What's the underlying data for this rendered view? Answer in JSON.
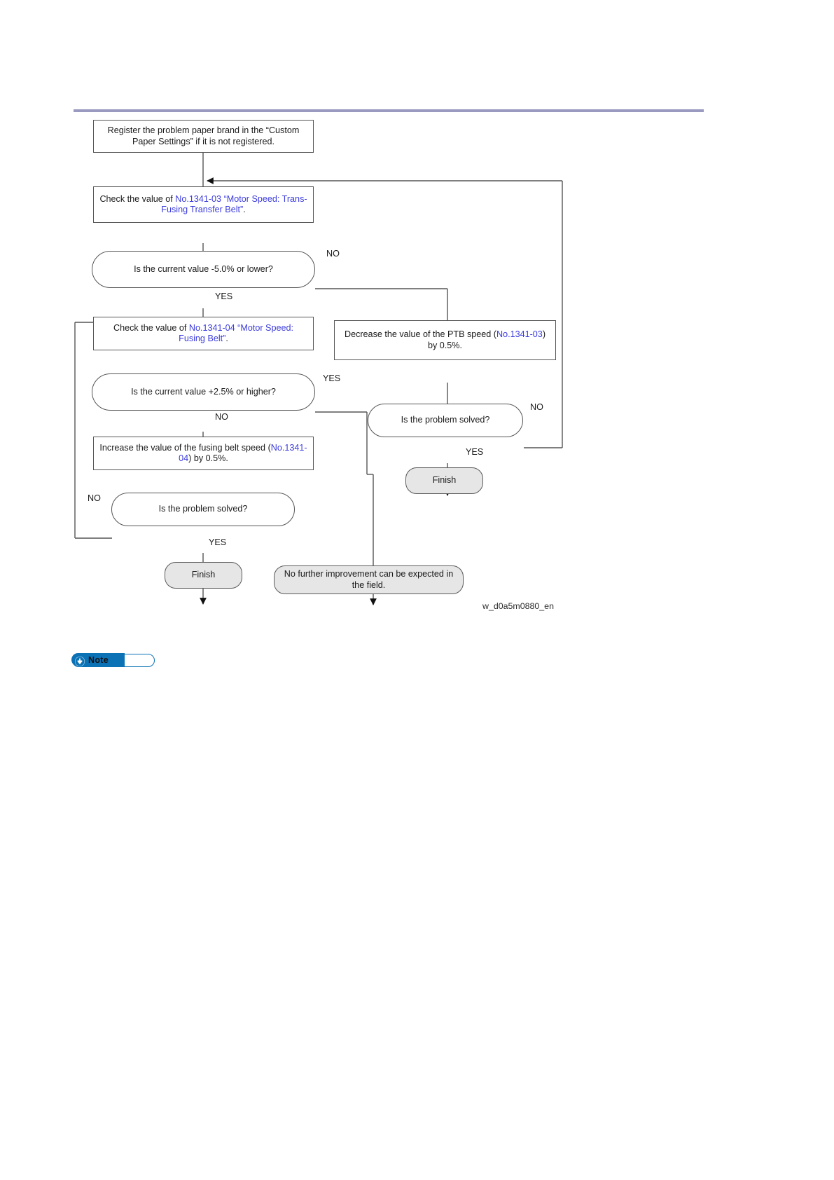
{
  "figure": {
    "code": "w_d0a5m0880_en",
    "rule_color": "#9a9ac0",
    "link_color": "#3b3bdd",
    "terminator_fill": "#e6e6e6"
  },
  "nodes": {
    "register": {
      "type": "process",
      "text": "Register the problem paper brand in the “Custom Paper Settings” if it is not registered."
    },
    "check_1341_03": {
      "type": "process",
      "text_prefix": "Check the value of ",
      "text_link": "No.1341-03 “Motor Speed: Trans-Fusing Transfer Belt”",
      "text_suffix": "."
    },
    "dec_minus5": {
      "type": "decision",
      "text": "Is the current value -5.0% or lower?"
    },
    "check_1341_04": {
      "type": "process",
      "text_prefix": "Check the value of ",
      "text_link": "No.1341-04 “Motor Speed: Fusing Belt”",
      "text_suffix": "."
    },
    "dec_plus25": {
      "type": "decision",
      "text": "Is the current value +2.5% or higher?"
    },
    "decrease_ptb": {
      "type": "process",
      "text_prefix": "Decrease the value of the PTB speed (",
      "text_link": "No.1341-03",
      "text_suffix": ") by 0.5%."
    },
    "increase_fusing": {
      "type": "process",
      "text_prefix": "Increase the value of the fusing belt speed (",
      "text_link": "No.1341-04",
      "text_suffix": ") by 0.5%."
    },
    "dec_solved_right": {
      "type": "decision",
      "text": "Is the problem solved?"
    },
    "dec_solved_left": {
      "type": "decision",
      "text": "Is the problem solved?"
    },
    "finish_right": {
      "type": "terminator",
      "text": "Finish"
    },
    "finish_left": {
      "type": "terminator",
      "text": "Finish"
    },
    "no_improvement": {
      "type": "terminator",
      "text": "No further improvement can be expected in the field."
    }
  },
  "edge_labels": {
    "no_minus5": "NO",
    "yes_minus5": "YES",
    "yes_plus25": "YES",
    "no_plus25": "NO",
    "no_solved_right": "NO",
    "yes_solved_right": "YES",
    "no_solved_left": "NO",
    "yes_solved_left": "YES"
  },
  "note": {
    "label": "Note",
    "icon": "down-arrow-icon",
    "accent": "#0b72b5"
  }
}
